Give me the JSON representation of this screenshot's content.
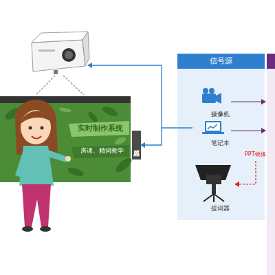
{
  "diagram": {
    "nodes": [
      {
        "text": [
          "信号源"
        ]
      },
      {
        "text": [
          "摄像机"
        ],
        "in": 0
      },
      {
        "text": [
          "笔记本"
        ],
        "in": 0
      },
      {
        "text": [
          "提词器"
        ],
        "in": 0
      },
      {
        "text": [
          "感应器"
        ]
      },
      {
        "text": [
          "实时制作系统",
          "房课、精词教学"
        ]
      }
    ],
    "edges": [
      {
        "from": 2,
        "to": 4,
        "arrow": "to"
      }
    ],
    "labels": [
      "PPT镜像"
    ]
  }
}
